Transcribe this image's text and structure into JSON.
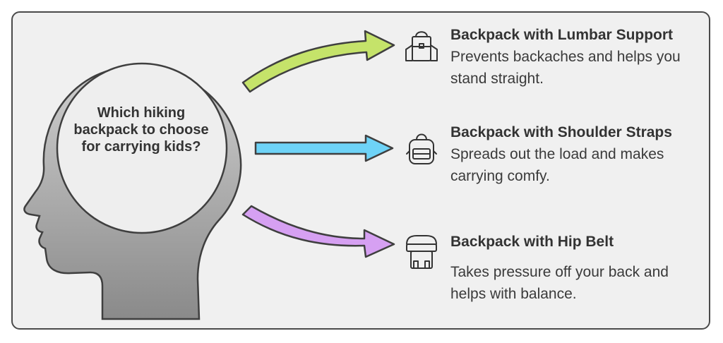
{
  "question": "Which hiking backpack to choose for carrying kids?",
  "colors": {
    "frame_bg": "#f0f0f0",
    "head_fill": "#a8a8a8",
    "arrow_top": "#c5e36a",
    "arrow_middle": "#6ed3f7",
    "arrow_bottom": "#d6a0f2"
  },
  "options": [
    {
      "icon": "backpack-lumbar-icon",
      "title": "Backpack with Lumbar Support",
      "description": "Prevents backaches and helps you stand straight."
    },
    {
      "icon": "backpack-shoulder-straps-icon",
      "title": "Backpack with Shoulder Straps",
      "description": "Spreads out the load and makes carrying comfy."
    },
    {
      "icon": "backpack-hip-belt-icon",
      "title": "Backpack with Hip Belt",
      "description": "Takes pressure off your back and helps with balance."
    }
  ]
}
